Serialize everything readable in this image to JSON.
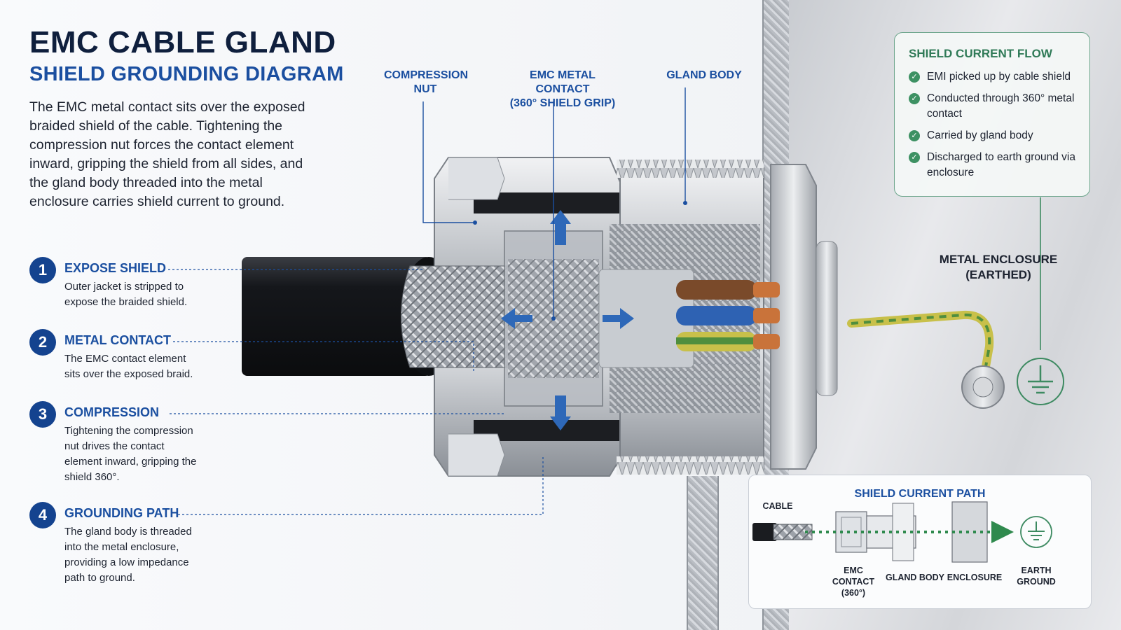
{
  "header": {
    "title": "EMC CABLE GLAND",
    "subtitle": "SHIELD GROUNDING DIAGRAM",
    "intro": "The EMC metal contact sits over the exposed braided shield of the cable. Tightening the compression nut forces the contact element inward, gripping the shield from all sides, and the gland body threaded into the metal enclosure carries shield current to ground."
  },
  "steps": [
    {
      "num": "1",
      "title": "EXPOSE SHIELD",
      "body": "Outer jacket is stripped to expose the braided shield."
    },
    {
      "num": "2",
      "title": "METAL CONTACT",
      "body": "The EMC contact element sits over the exposed braid."
    },
    {
      "num": "3",
      "title": "COMPRESSION",
      "body": "Tightening the compression nut drives the contact element inward, gripping the shield 360°."
    },
    {
      "num": "4",
      "title": "GROUNDING PATH",
      "body": "The gland body is threaded into the metal enclosure, providing a low impedance path to ground."
    }
  ],
  "callouts": {
    "compression_nut_1": "COMPRESSION",
    "compression_nut_2": "NUT",
    "metal_contact_1": "EMC METAL CONTACT",
    "metal_contact_2": "(360° SHIELD GRIP)",
    "gland_body": "GLAND BODY",
    "enclosure_1": "METAL ENCLOSURE",
    "enclosure_2": "(EARTHED)"
  },
  "shield_current_flow": {
    "title": "SHIELD CURRENT FLOW",
    "items": [
      "EMI picked up by cable shield",
      "Conducted through 360° metal contact",
      "Carried by gland body",
      "Discharged to earth ground via enclosure"
    ]
  },
  "shield_current_path": {
    "title": "SHIELD CURRENT PATH",
    "cable": "CABLE",
    "contact_1": "EMC CONTACT",
    "contact_2": "(360°)",
    "gland_body": "GLAND BODY",
    "enclosure": "ENCLOSURE",
    "earth_1": "EARTH",
    "earth_2": "GROUND"
  },
  "colors": {
    "navy": "#0f1f3d",
    "accent_blue": "#1b4fa0",
    "ground_green": "#2f7a57",
    "cable_black": "#16181c"
  }
}
